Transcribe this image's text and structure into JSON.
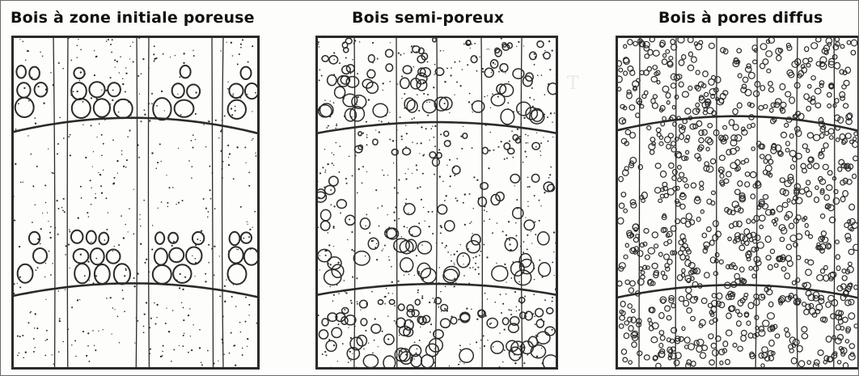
{
  "titles": {
    "ring_porous": "Bois à zone initiale poreuse",
    "semi_porous": "Bois semi-poreux",
    "diffuse_porous": "Bois à pores diffus"
  },
  "colors": {
    "ink": "#2a2a2a",
    "background": "#fdfdfb",
    "frame": "#6a6a6a"
  }
}
